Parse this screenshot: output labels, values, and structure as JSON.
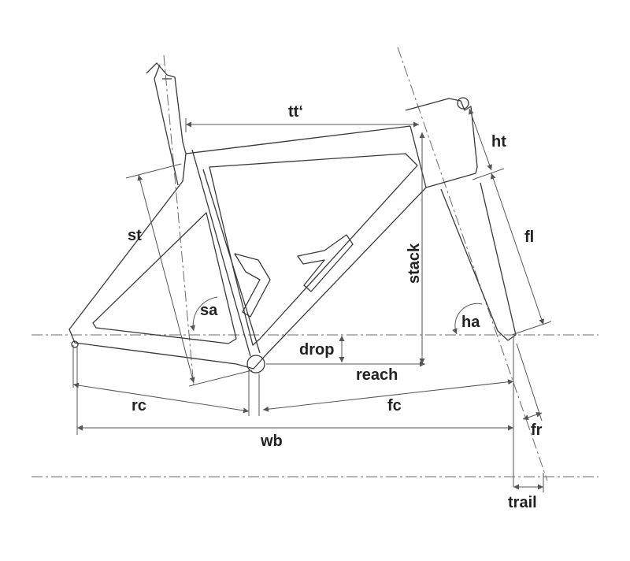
{
  "labels": {
    "tt": "tt‘",
    "ht": "ht",
    "st": "st",
    "fl": "fl",
    "stack": "stack",
    "sa": "sa",
    "ha": "ha",
    "drop": "drop",
    "reach": "reach",
    "rc": "rc",
    "fc": "fc",
    "fr": "fr",
    "wb": "wb",
    "trail": "trail"
  }
}
